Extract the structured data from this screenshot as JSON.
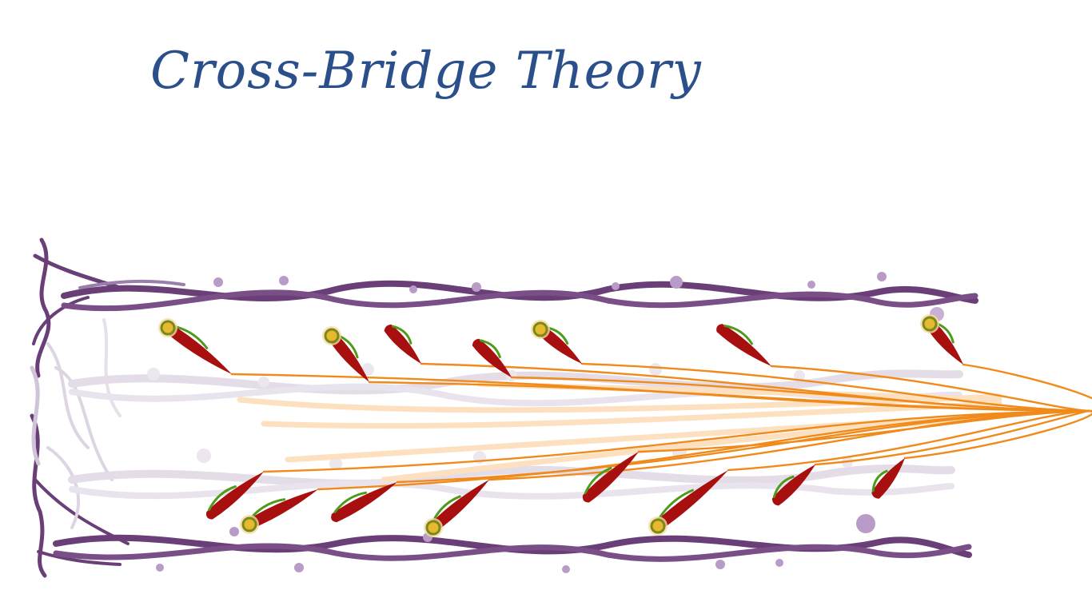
{
  "title": "Cross-Bridge Theory",
  "colors": {
    "title": "#2a4f8a",
    "actin": "#6a3f78",
    "actin_light": "#9a7fae",
    "titin": "#e4dde8",
    "myosin_tail": "#f08a1a",
    "myosin_tail_faint": "#fde0bf",
    "myosin_head": "#a80f0f",
    "myosin_neck": "#4e9a1a",
    "binding_site": "#e8b830",
    "background": "#ffffff"
  },
  "diagram": {
    "top_heads": 7,
    "bottom_heads": 8,
    "icons": [
      "actin-filament",
      "myosin-head",
      "myosin-tail",
      "z-disc",
      "binding-site"
    ]
  }
}
